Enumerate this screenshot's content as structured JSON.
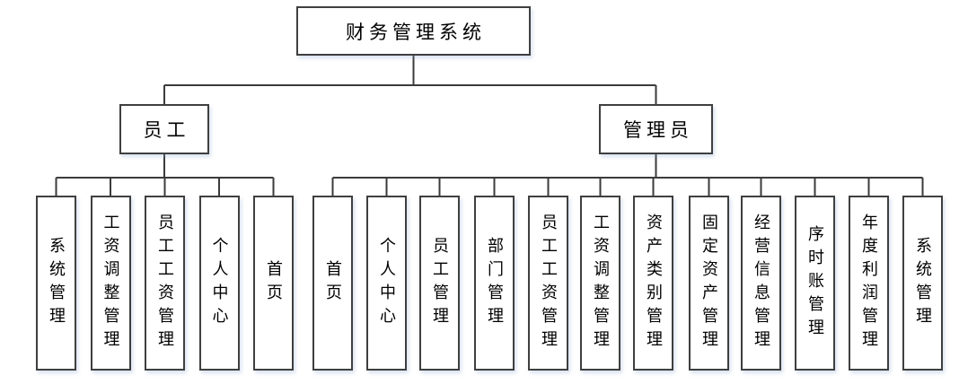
{
  "diagram": {
    "type": "tree",
    "root": {
      "label": "财务管理系统"
    },
    "branches": [
      {
        "label": "员工",
        "children": [
          "系统管理",
          "工资调整管理",
          "员工工资管理",
          "个人中心",
          "首页"
        ]
      },
      {
        "label": "管理员",
        "children": [
          "首页",
          "个人中心",
          "员工管理",
          "部门管理",
          "员工工资管理",
          "工资调整管理",
          "资产类别管理",
          "固定资产管理",
          "经营信息管理",
          "序时账管理",
          "年度利润管理",
          "系统管理"
        ]
      }
    ],
    "colors": {
      "background": "#ffffff",
      "line": "#3b3b3b",
      "box_border": "#3f3f3f",
      "box_fill": "#ffffff",
      "text": "#000000"
    }
  }
}
